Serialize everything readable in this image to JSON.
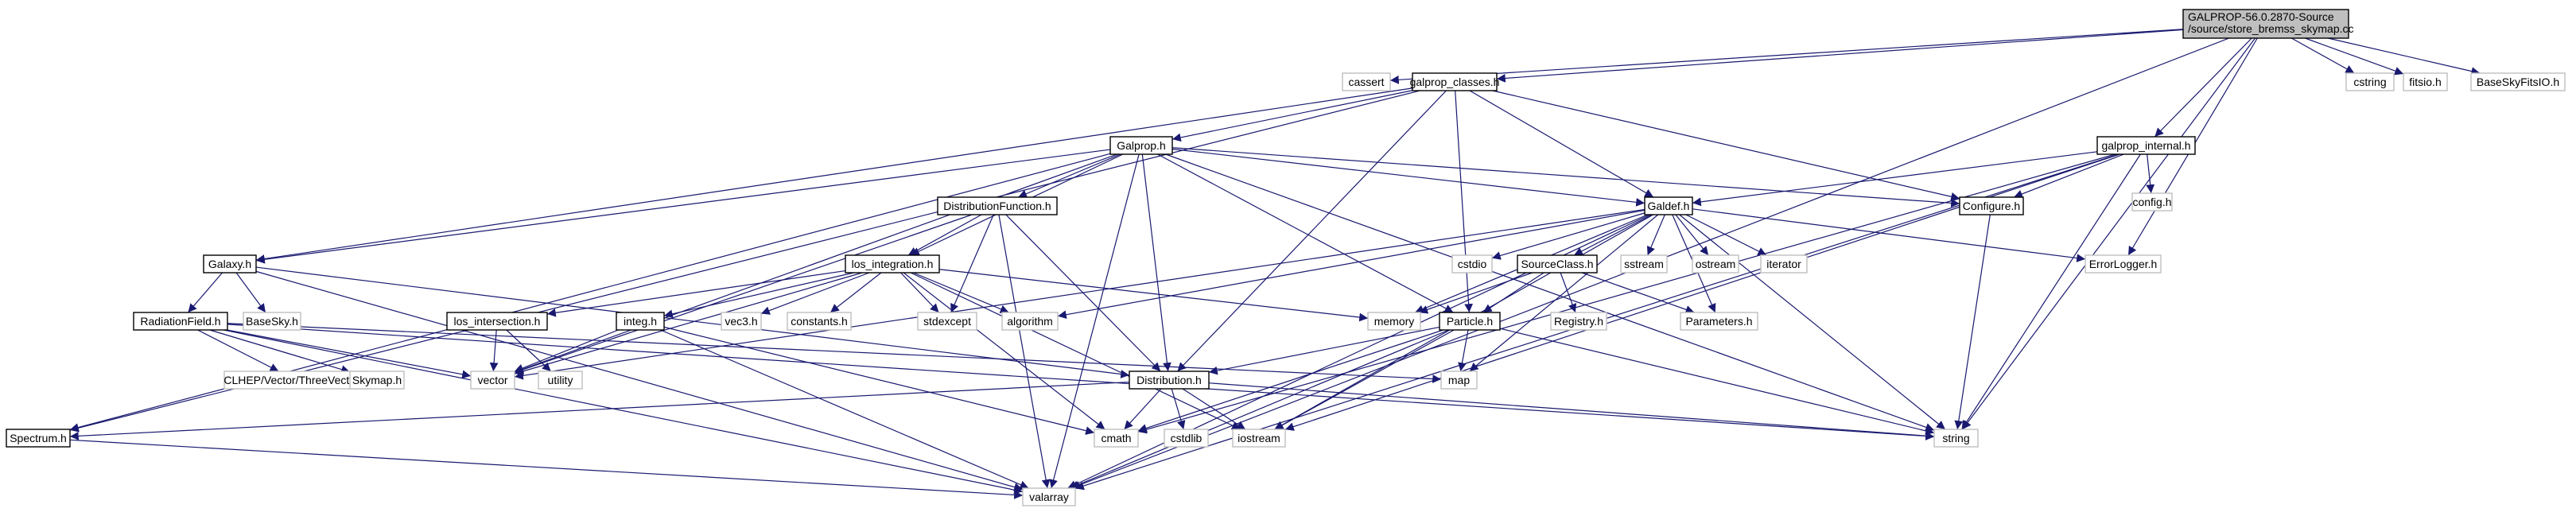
{
  "colors": {
    "edge": "#191970",
    "local_border": "#000000",
    "system_border": "#bfbfbf",
    "root_fill": "#bfbfbf",
    "background": "#ffffff"
  },
  "nodes": [
    {
      "id": "root",
      "label": "GALPROP-56.0.2870-Source\n/source/store_bremss_skymap.cc",
      "kind": "root"
    },
    {
      "id": "cassert",
      "label": "cassert",
      "kind": "system"
    },
    {
      "id": "galprop_classes",
      "label": "galprop_classes.h",
      "kind": "local"
    },
    {
      "id": "cstring",
      "label": "cstring",
      "kind": "system"
    },
    {
      "id": "fitsio",
      "label": "fitsio.h",
      "kind": "system"
    },
    {
      "id": "BaseSkyFitsIO",
      "label": "BaseSkyFitsIO.h",
      "kind": "system"
    },
    {
      "id": "Galprop",
      "label": "Galprop.h",
      "kind": "local"
    },
    {
      "id": "galprop_internal",
      "label": "galprop_internal.h",
      "kind": "local"
    },
    {
      "id": "config",
      "label": "config.h",
      "kind": "system"
    },
    {
      "id": "DistributionFunction",
      "label": "DistributionFunction.h",
      "kind": "local"
    },
    {
      "id": "Galdef",
      "label": "Galdef.h",
      "kind": "local"
    },
    {
      "id": "Configure",
      "label": "Configure.h",
      "kind": "local"
    },
    {
      "id": "Galaxy",
      "label": "Galaxy.h",
      "kind": "local"
    },
    {
      "id": "los_integration",
      "label": "los_integration.h",
      "kind": "local"
    },
    {
      "id": "cstdio",
      "label": "cstdio",
      "kind": "system"
    },
    {
      "id": "SourceClass",
      "label": "SourceClass.h",
      "kind": "local"
    },
    {
      "id": "sstream",
      "label": "sstream",
      "kind": "system"
    },
    {
      "id": "ostream",
      "label": "ostream",
      "kind": "system"
    },
    {
      "id": "iterator",
      "label": "iterator",
      "kind": "system"
    },
    {
      "id": "ErrorLogger",
      "label": "ErrorLogger.h",
      "kind": "system"
    },
    {
      "id": "RadiationField",
      "label": "RadiationField.h",
      "kind": "local"
    },
    {
      "id": "BaseSky",
      "label": "BaseSky.h",
      "kind": "system"
    },
    {
      "id": "los_intersection",
      "label": "los_intersection.h",
      "kind": "local"
    },
    {
      "id": "integ",
      "label": "integ.h",
      "kind": "local"
    },
    {
      "id": "vec3",
      "label": "vec3.h",
      "kind": "system"
    },
    {
      "id": "constants",
      "label": "constants.h",
      "kind": "system"
    },
    {
      "id": "stdexcept",
      "label": "stdexcept",
      "kind": "system"
    },
    {
      "id": "algorithm",
      "label": "algorithm",
      "kind": "system"
    },
    {
      "id": "memory",
      "label": "memory",
      "kind": "system"
    },
    {
      "id": "Particle",
      "label": "Particle.h",
      "kind": "local"
    },
    {
      "id": "Registry",
      "label": "Registry.h",
      "kind": "system"
    },
    {
      "id": "Parameters",
      "label": "Parameters.h",
      "kind": "system"
    },
    {
      "id": "ThreeVector",
      "label": "CLHEP/Vector/ThreeVector.h",
      "kind": "system"
    },
    {
      "id": "Skymap",
      "label": "Skymap.h",
      "kind": "system"
    },
    {
      "id": "vector",
      "label": "vector",
      "kind": "system"
    },
    {
      "id": "utility",
      "label": "utility",
      "kind": "system"
    },
    {
      "id": "Distribution",
      "label": "Distribution.h",
      "kind": "local"
    },
    {
      "id": "map",
      "label": "map",
      "kind": "system"
    },
    {
      "id": "Spectrum",
      "label": "Spectrum.h",
      "kind": "local"
    },
    {
      "id": "cmath",
      "label": "cmath",
      "kind": "system"
    },
    {
      "id": "cstdlib",
      "label": "cstdlib",
      "kind": "system"
    },
    {
      "id": "iostream",
      "label": "iostream",
      "kind": "system"
    },
    {
      "id": "string",
      "label": "string",
      "kind": "system"
    },
    {
      "id": "valarray",
      "label": "valarray",
      "kind": "system"
    }
  ],
  "edges": [
    [
      "root",
      "cassert"
    ],
    [
      "root",
      "galprop_classes"
    ],
    [
      "root",
      "cstring"
    ],
    [
      "root",
      "fitsio"
    ],
    [
      "root",
      "BaseSkyFitsIO"
    ],
    [
      "root",
      "galprop_internal"
    ],
    [
      "root",
      "ErrorLogger"
    ],
    [
      "root",
      "string"
    ],
    [
      "root",
      "valarray"
    ],
    [
      "galprop_classes",
      "Galprop"
    ],
    [
      "galprop_classes",
      "Galaxy"
    ],
    [
      "galprop_classes",
      "Galdef"
    ],
    [
      "galprop_classes",
      "Configure"
    ],
    [
      "galprop_classes",
      "Particle"
    ],
    [
      "galprop_classes",
      "Distribution"
    ],
    [
      "galprop_classes",
      "Spectrum"
    ],
    [
      "Galprop",
      "DistributionFunction"
    ],
    [
      "Galprop",
      "Galdef"
    ],
    [
      "Galprop",
      "Configure"
    ],
    [
      "Galprop",
      "Galaxy"
    ],
    [
      "Galprop",
      "los_integration"
    ],
    [
      "Galprop",
      "Particle"
    ],
    [
      "Galprop",
      "Distribution"
    ],
    [
      "Galprop",
      "Spectrum"
    ],
    [
      "Galprop",
      "vector"
    ],
    [
      "Galprop",
      "string"
    ],
    [
      "Galprop",
      "valarray"
    ],
    [
      "galprop_internal",
      "config"
    ],
    [
      "galprop_internal",
      "Galdef"
    ],
    [
      "galprop_internal",
      "Configure"
    ],
    [
      "galprop_internal",
      "string"
    ],
    [
      "galprop_internal",
      "valarray"
    ],
    [
      "galprop_internal",
      "iostream"
    ],
    [
      "galprop_internal",
      "cmath"
    ],
    [
      "DistributionFunction",
      "los_integration"
    ],
    [
      "DistributionFunction",
      "stdexcept"
    ],
    [
      "DistributionFunction",
      "Distribution"
    ],
    [
      "DistributionFunction",
      "vector"
    ],
    [
      "DistributionFunction",
      "valarray"
    ],
    [
      "Galdef",
      "cstdio"
    ],
    [
      "Galdef",
      "SourceClass"
    ],
    [
      "Galdef",
      "sstream"
    ],
    [
      "Galdef",
      "ostream"
    ],
    [
      "Galdef",
      "iterator"
    ],
    [
      "Galdef",
      "ErrorLogger"
    ],
    [
      "Galdef",
      "Parameters"
    ],
    [
      "Galdef",
      "map"
    ],
    [
      "Galdef",
      "string"
    ],
    [
      "Galdef",
      "memory"
    ],
    [
      "Galdef",
      "algorithm"
    ],
    [
      "Galdef",
      "vector"
    ],
    [
      "Galdef",
      "valarray"
    ],
    [
      "Galdef",
      "iostream"
    ],
    [
      "Configure",
      "string"
    ],
    [
      "Galaxy",
      "RadiationField"
    ],
    [
      "Galaxy",
      "BaseSky"
    ],
    [
      "Galaxy",
      "Distribution"
    ],
    [
      "Galaxy",
      "valarray"
    ],
    [
      "los_integration",
      "los_intersection"
    ],
    [
      "los_integration",
      "integ"
    ],
    [
      "los_integration",
      "vec3"
    ],
    [
      "los_integration",
      "constants"
    ],
    [
      "los_integration",
      "stdexcept"
    ],
    [
      "los_integration",
      "algorithm"
    ],
    [
      "los_integration",
      "memory"
    ],
    [
      "los_integration",
      "vector"
    ],
    [
      "los_integration",
      "cmath"
    ],
    [
      "los_integration",
      "iostream"
    ],
    [
      "SourceClass",
      "Particle"
    ],
    [
      "SourceClass",
      "Registry"
    ],
    [
      "SourceClass",
      "Parameters"
    ],
    [
      "SourceClass",
      "memory"
    ],
    [
      "RadiationField",
      "ThreeVector"
    ],
    [
      "RadiationField",
      "Skymap"
    ],
    [
      "RadiationField",
      "vector"
    ],
    [
      "RadiationField",
      "map"
    ],
    [
      "RadiationField",
      "string"
    ],
    [
      "RadiationField",
      "valarray"
    ],
    [
      "los_intersection",
      "vector"
    ],
    [
      "los_intersection",
      "utility"
    ],
    [
      "integ",
      "vector"
    ],
    [
      "integ",
      "cmath"
    ],
    [
      "integ",
      "valarray"
    ],
    [
      "Particle",
      "Distribution"
    ],
    [
      "Particle",
      "map"
    ],
    [
      "Particle",
      "string"
    ],
    [
      "Particle",
      "valarray"
    ],
    [
      "Particle",
      "cmath"
    ],
    [
      "Particle",
      "iostream"
    ],
    [
      "Distribution",
      "Spectrum"
    ],
    [
      "Distribution",
      "cmath"
    ],
    [
      "Distribution",
      "cstdlib"
    ],
    [
      "Distribution",
      "iostream"
    ],
    [
      "Distribution",
      "string"
    ],
    [
      "Spectrum",
      "valarray"
    ]
  ]
}
